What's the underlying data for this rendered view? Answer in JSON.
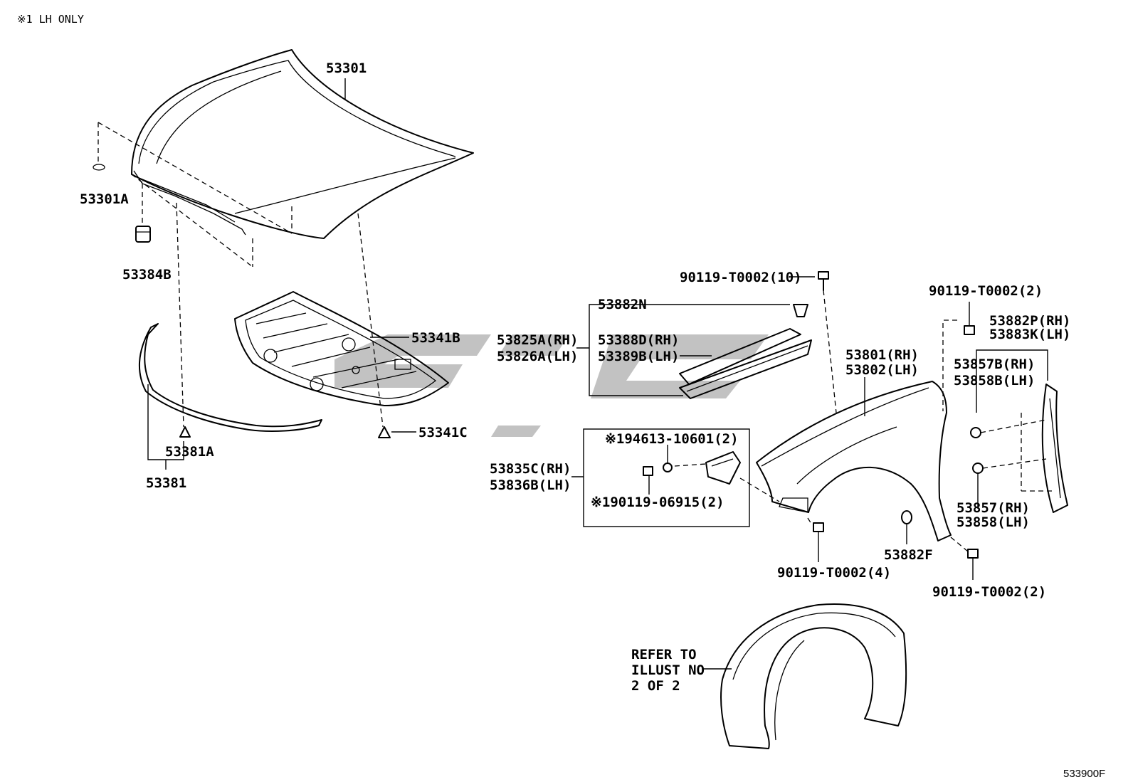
{
  "note": "※1 LH ONLY",
  "figure_code": "533900F",
  "refer_note": [
    "REFER TO",
    "ILLUST NO",
    "2 OF 2"
  ],
  "watermark_text": "سے",
  "parts": {
    "p53301": "53301",
    "p53301A": "53301A",
    "p53384B": "53384B",
    "p53341B": "53341B",
    "p53341C": "53341C",
    "p53381A": "53381A",
    "p53381": "53381",
    "bolt_top": "90119-T0002(10)",
    "p53882N": "53882N",
    "p53825A": "53825A(RH)",
    "p53826A": "53826A(LH)",
    "p53388D": "53388D(RH)",
    "p53389B": "53389B(LH)",
    "p53801": "53801(RH)",
    "p53802": "53802(LH)",
    "bolt_right_top": "90119-T0002(2)",
    "p53882P": "53882P(RH)",
    "p53883K": "53883K(LH)",
    "p53857B": "53857B(RH)",
    "p53858B": "53858B(LH)",
    "p53857": "53857(RH)",
    "p53858": "53858(LH)",
    "p53835C": "53835C(RH)",
    "p53836B": "53836B(LH)",
    "box_part_1": "※194613-10601(2)",
    "box_part_2": "※190119-06915(2)",
    "bolt_mid": "90119-T0002(4)",
    "p53882F": "53882F",
    "bolt_right_bottom": "90119-T0002(2)"
  }
}
